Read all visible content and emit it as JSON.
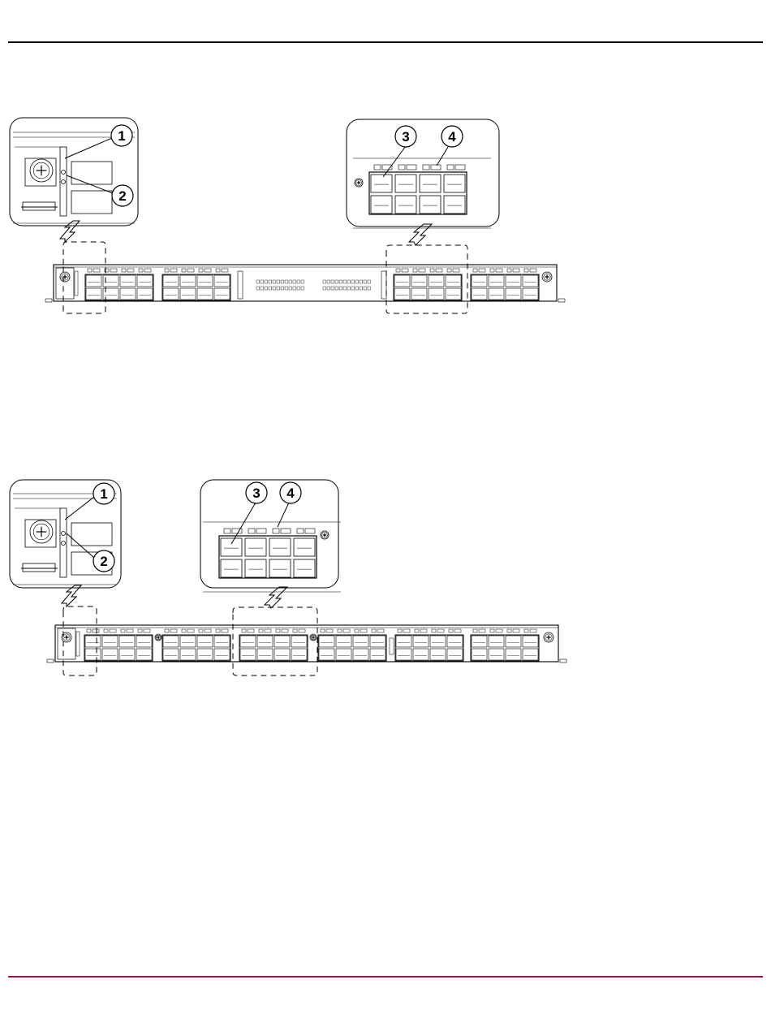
{
  "colors": {
    "rule_top": "#000000",
    "rule_bottom": "#a3163b",
    "line": "#000000"
  },
  "figures": [
    {
      "id": "fig1",
      "callouts": [
        {
          "label": "1"
        },
        {
          "label": "2"
        },
        {
          "label": "3"
        },
        {
          "label": "4"
        }
      ]
    },
    {
      "id": "fig2",
      "callouts": [
        {
          "label": "1"
        },
        {
          "label": "2"
        },
        {
          "label": "3"
        },
        {
          "label": "4"
        }
      ]
    }
  ]
}
